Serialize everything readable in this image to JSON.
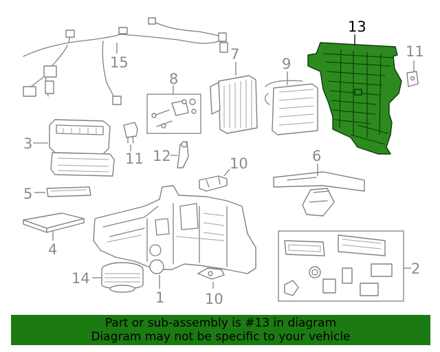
{
  "callouts": {
    "c1": "1",
    "c2": "2",
    "c3": "3",
    "c4": "4",
    "c5": "5",
    "c6": "6",
    "c7": "7",
    "c8": "8",
    "c9": "9",
    "c10a": "10",
    "c10b": "10",
    "c11a": "11",
    "c11b": "11",
    "c12": "12",
    "c13": "13",
    "c14": "14",
    "c15": "15"
  },
  "highlight": {
    "part_number": "13",
    "color": "#2c8a1e"
  },
  "banner": {
    "line1": "Part or sub-assembly is #13 in diagram",
    "line2": "Diagram may not be specific to your vehicle",
    "color": "#1c7a12"
  }
}
